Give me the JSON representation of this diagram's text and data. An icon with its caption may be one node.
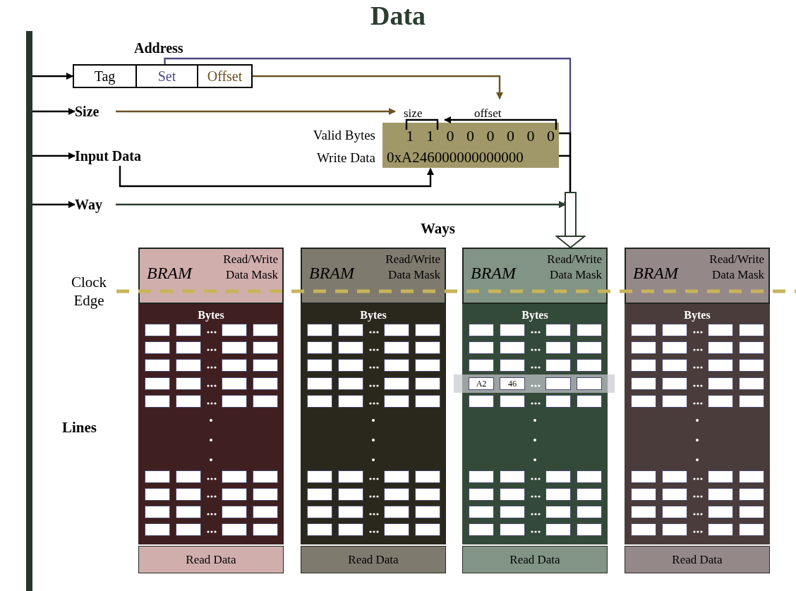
{
  "diagram": {
    "title": "Data",
    "nodes": [
      {
        "text": [],
        "shape": "bar"
      },
      {
        "text": [
          "Address"
        ]
      },
      {
        "text": [
          "Tag"
        ],
        "in": 1
      },
      {
        "text": [
          "Set"
        ],
        "in": 1
      },
      {
        "text": [
          "Offset"
        ],
        "in": 1
      },
      {
        "text": [
          "Size"
        ]
      },
      {
        "text": [
          "Input Data"
        ]
      },
      {
        "text": [
          "Way"
        ]
      },
      {
        "text": [
          "1 1 0 0 0 0 0 0",
          "0xA246000000000000"
        ],
        "beside": [
          "Valid Bytes",
          "Write Data",
          "size",
          "offset"
        ]
      },
      {
        "text": [
          "BRAM",
          "Read/Write Data Mask"
        ]
      },
      {
        "text": [
          "Bytes"
        ]
      },
      {
        "text": [
          "Read Data"
        ]
      },
      {
        "text": [
          "BRAM",
          "Read/Write Data Mask"
        ]
      },
      {
        "text": [
          "Bytes"
        ]
      },
      {
        "text": [
          "Read Data"
        ]
      },
      {
        "text": [
          "BRAM",
          "Read/Write Data Mask"
        ]
      },
      {
        "text": [
          "Bytes"
        ]
      },
      {
        "text": [
          "Read Data"
        ]
      },
      {
        "text": [
          "BRAM",
          "Read/Write Data Mask"
        ]
      },
      {
        "text": [
          "Bytes"
        ]
      },
      {
        "text": [
          "Read Data"
        ]
      }
    ],
    "edges": [
      {
        "from": 0,
        "to": 1,
        "arrow": "to"
      },
      {
        "from": 0,
        "to": 5,
        "arrow": "to"
      },
      {
        "from": 0,
        "to": 6,
        "arrow": "to"
      },
      {
        "from": 0,
        "to": 7,
        "arrow": "to"
      },
      {
        "from": 3,
        "to": 15,
        "arrow": "none",
        "color": "#4c4a80"
      },
      {
        "from": 4,
        "to": 8,
        "arrow": "to",
        "color": "#6b5322"
      },
      {
        "from": 5,
        "to": 8,
        "arrow": "to",
        "color": "#6b5322"
      },
      {
        "from": 6,
        "to": 8,
        "arrow": "to"
      },
      {
        "from": 7,
        "to": 15,
        "arrow": "to",
        "color": "#2b3d2e"
      },
      {
        "from": 8,
        "to": 15,
        "arrow": "to"
      }
    ],
    "labels": [
      "Ways",
      "Clock Edge",
      "A2",
      "46",
      "Lines"
    ]
  }
}
